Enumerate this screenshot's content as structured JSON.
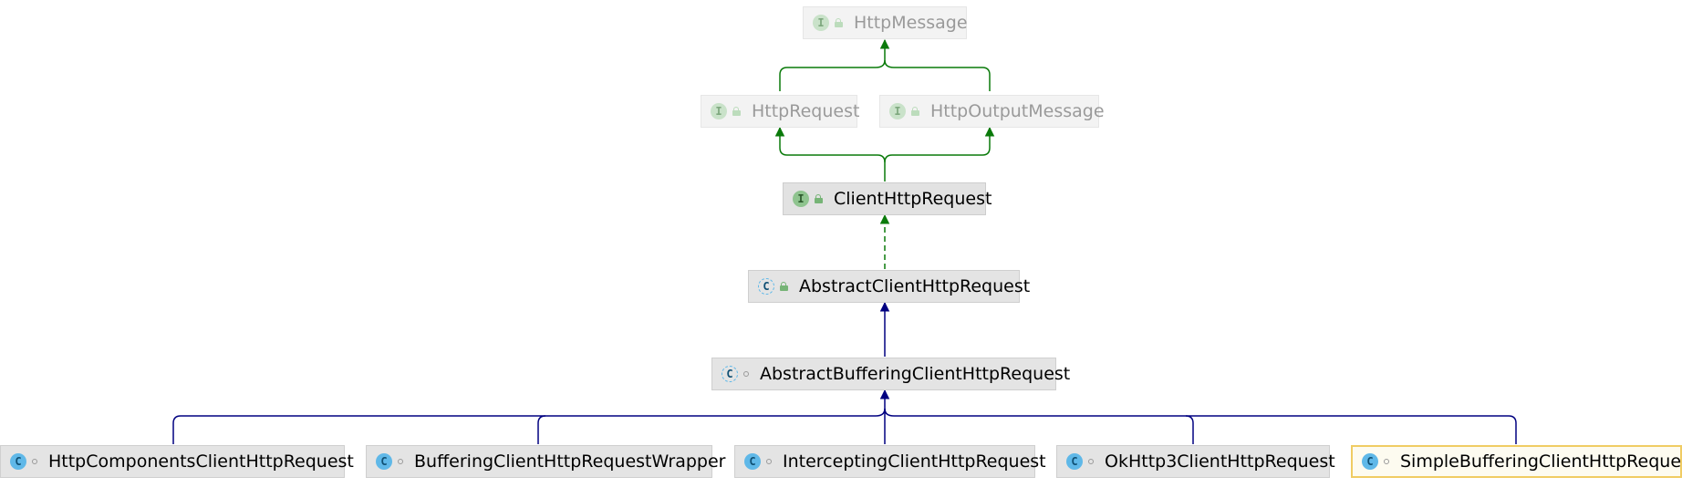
{
  "diagram": {
    "nodes": [
      {
        "id": "HttpMessage",
        "label": "HttpMessage",
        "kind": "interface",
        "icon": "I",
        "faded": true
      },
      {
        "id": "HttpRequest",
        "label": "HttpRequest",
        "kind": "interface",
        "icon": "I",
        "faded": true
      },
      {
        "id": "HttpOutputMessage",
        "label": "HttpOutputMessage",
        "kind": "interface",
        "icon": "I",
        "faded": true
      },
      {
        "id": "ClientHttpRequest",
        "label": "ClientHttpRequest",
        "kind": "interface",
        "icon": "I"
      },
      {
        "id": "AbstractClientHttpRequest",
        "label": "AbstractClientHttpRequest",
        "kind": "abstract-class",
        "icon": "C"
      },
      {
        "id": "AbstractBufferingClientHttpRequest",
        "label": "AbstractBufferingClientHttpRequest",
        "kind": "abstract-class",
        "icon": "C"
      },
      {
        "id": "HttpComponentsClientHttpRequest",
        "label": "HttpComponentsClientHttpRequest",
        "kind": "class",
        "icon": "C"
      },
      {
        "id": "BufferingClientHttpRequestWrapper",
        "label": "BufferingClientHttpRequestWrapper",
        "kind": "class",
        "icon": "C"
      },
      {
        "id": "InterceptingClientHttpRequest",
        "label": "InterceptingClientHttpRequest",
        "kind": "class",
        "icon": "C"
      },
      {
        "id": "OkHttp3ClientHttpRequest",
        "label": "OkHttp3ClientHttpRequest",
        "kind": "class",
        "icon": "C"
      },
      {
        "id": "SimpleBufferingClientHttpRequest",
        "label": "SimpleBufferingClientHttpRequest",
        "kind": "class",
        "icon": "C",
        "selected": true
      }
    ],
    "edges": [
      {
        "from": "HttpRequest",
        "to": "HttpMessage",
        "type": "extends-interface"
      },
      {
        "from": "HttpOutputMessage",
        "to": "HttpMessage",
        "type": "extends-interface"
      },
      {
        "from": "ClientHttpRequest",
        "to": "HttpRequest",
        "type": "extends-interface"
      },
      {
        "from": "ClientHttpRequest",
        "to": "HttpOutputMessage",
        "type": "extends-interface"
      },
      {
        "from": "AbstractClientHttpRequest",
        "to": "ClientHttpRequest",
        "type": "implements"
      },
      {
        "from": "AbstractBufferingClientHttpRequest",
        "to": "AbstractClientHttpRequest",
        "type": "extends-class"
      },
      {
        "from": "HttpComponentsClientHttpRequest",
        "to": "AbstractBufferingClientHttpRequest",
        "type": "extends-class"
      },
      {
        "from": "BufferingClientHttpRequestWrapper",
        "to": "AbstractBufferingClientHttpRequest",
        "type": "extends-class"
      },
      {
        "from": "InterceptingClientHttpRequest",
        "to": "AbstractBufferingClientHttpRequest",
        "type": "extends-class"
      },
      {
        "from": "OkHttp3ClientHttpRequest",
        "to": "AbstractBufferingClientHttpRequest",
        "type": "extends-class"
      },
      {
        "from": "SimpleBufferingClientHttpRequest",
        "to": "AbstractBufferingClientHttpRequest",
        "type": "extends-class"
      }
    ],
    "colors": {
      "interface_edge": "#0a7a0a",
      "class_edge": "#000080",
      "selection_border": "#f0cc63"
    }
  }
}
